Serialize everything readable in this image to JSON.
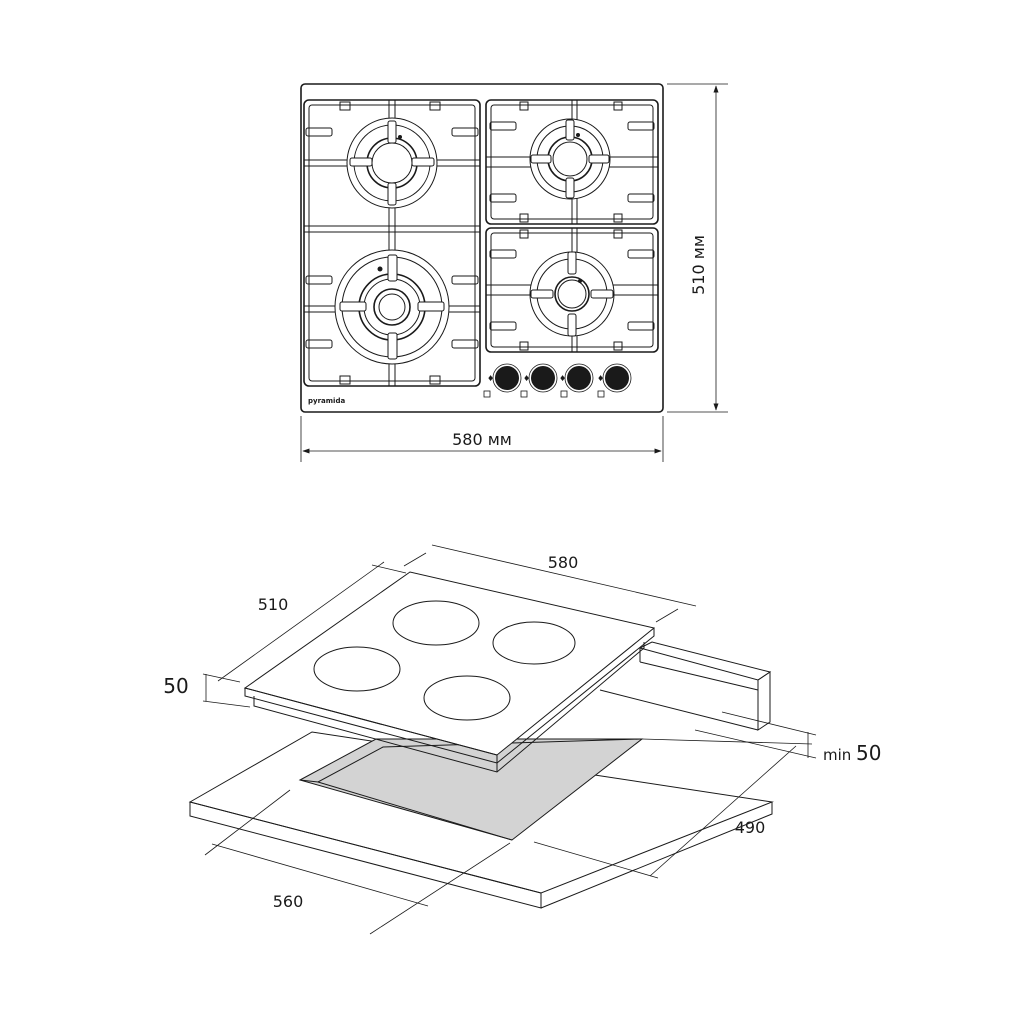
{
  "top_view": {
    "width_label": "580 мм",
    "height_label": "510 мм",
    "brand": "pyramida",
    "knob_count": 4
  },
  "cutout_view": {
    "hob_width": "580",
    "hob_depth": "510",
    "hob_height": "50",
    "clearance_prefix": "min",
    "clearance_value": "50",
    "cutout_depth": "490",
    "cutout_width": "560"
  }
}
